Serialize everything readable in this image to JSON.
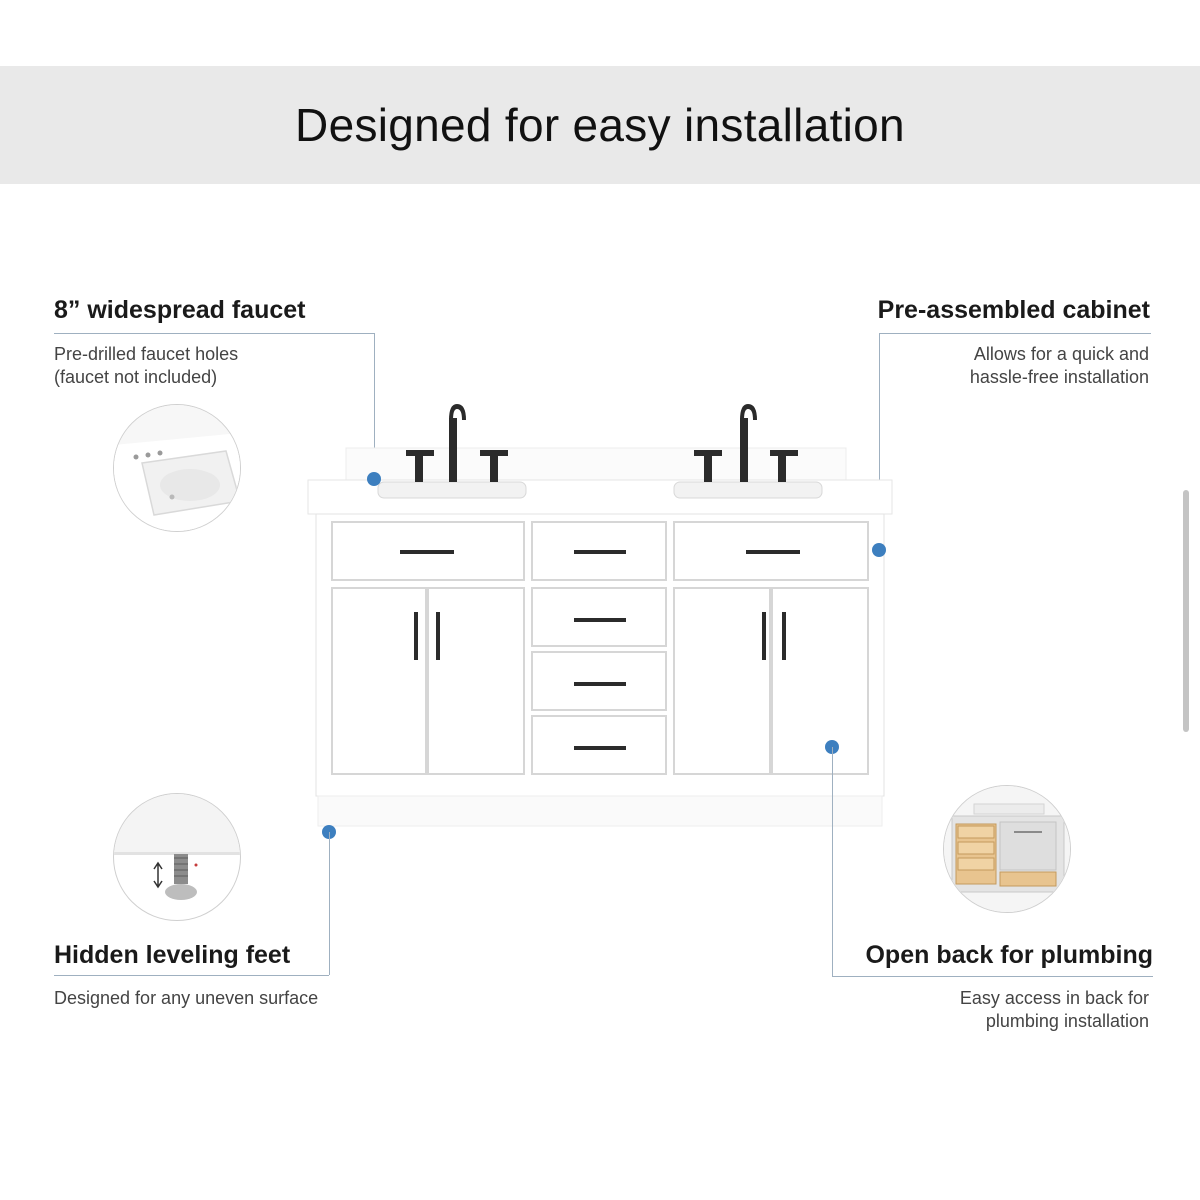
{
  "header": {
    "title": "Designed for easy installation"
  },
  "callouts": {
    "faucet": {
      "title": "8” widespread faucet",
      "desc_line1": "Pre-drilled faucet holes",
      "desc_line2": "(faucet not included)"
    },
    "cabinet": {
      "title": "Pre-assembled cabinet",
      "desc_line1": "Allows for  a quick and",
      "desc_line2": "hassle-free installation"
    },
    "feet": {
      "title": "Hidden leveling feet",
      "desc_line1": "Designed for any uneven surface"
    },
    "plumbing": {
      "title": "Open back for plumbing",
      "desc_line1": "Easy access in back for",
      "desc_line2": "plumbing installation"
    }
  },
  "colors": {
    "accent_dot": "#3d7fbf",
    "banner": "#e9e9e9",
    "hardware": "#2b2b2b",
    "cabinet": "#ffffff"
  },
  "icons": [
    "faucet-detail-icon",
    "leveling-foot-icon",
    "open-back-icon",
    "vanity-illustration"
  ]
}
